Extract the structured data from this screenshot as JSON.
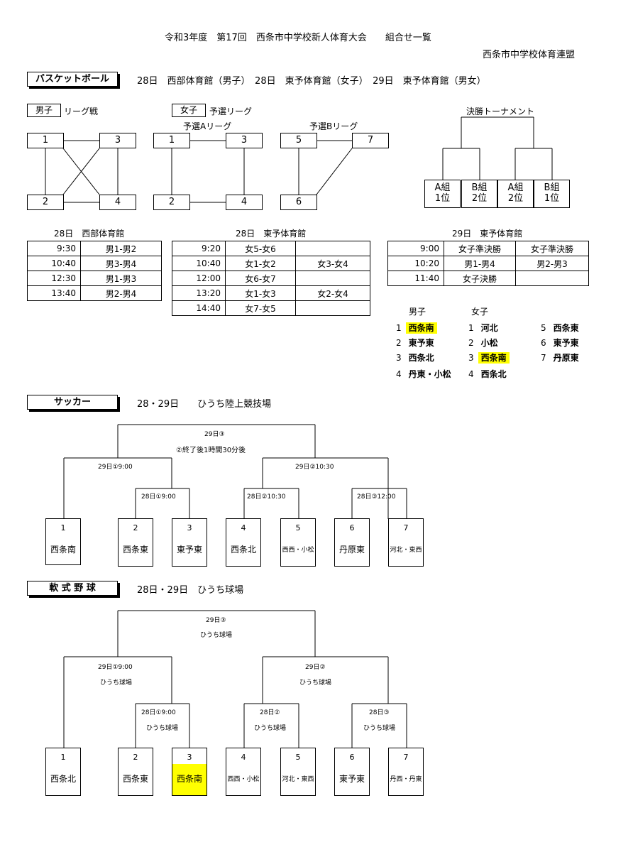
{
  "header": {
    "title": "令和3年度　第17回　西条市中学校新人体育大会　　組合せ一覧",
    "org": "西条市中学校体育連盟"
  },
  "basketball": {
    "label": "バスケットボール",
    "venues": "28日　西部体育館（男子）　28日　東予体育館（女子）　29日　東予体育館（男女）",
    "boys_label": "男子",
    "boys_league": "リーグ戦",
    "girls_label": "女子",
    "girls_prelim": "予選リーグ",
    "league_a": "予選Aリーグ",
    "league_b": "予選Bリーグ",
    "final_title": "決勝トーナメント",
    "boys_nodes": [
      "1",
      "3",
      "2",
      "4"
    ],
    "a_nodes": [
      "1",
      "3",
      "2",
      "4"
    ],
    "b_nodes": [
      "5",
      "7",
      "6"
    ],
    "final_seeds": [
      {
        "l1": "A組",
        "l2": "1位"
      },
      {
        "l1": "B組",
        "l2": "2位"
      },
      {
        "l1": "A組",
        "l2": "2位"
      },
      {
        "l1": "B組",
        "l2": "1位"
      }
    ],
    "sched1_title": "28日　西部体育館",
    "sched1": [
      [
        "9:30",
        "男1-男2"
      ],
      [
        "10:40",
        "男3-男4"
      ],
      [
        "12:30",
        "男1-男3"
      ],
      [
        "13:40",
        "男2-男4"
      ]
    ],
    "sched2_title": "28日　東予体育館",
    "sched2": [
      [
        "9:20",
        "女5-女6",
        ""
      ],
      [
        "10:40",
        "女1-女2",
        "女3-女4"
      ],
      [
        "12:00",
        "女6-女7",
        ""
      ],
      [
        "13:20",
        "女1-女3",
        "女2-女4"
      ],
      [
        "14:40",
        "女7-女5",
        ""
      ]
    ],
    "sched3_title": "29日　東予体育館",
    "sched3": [
      [
        "9:00",
        "女子準決勝",
        "女子準決勝"
      ],
      [
        "10:20",
        "男1-男4",
        "男2-男3"
      ],
      [
        "11:40",
        "女子決勝",
        ""
      ]
    ],
    "roster_boys_label": "男子",
    "roster_girls_label": "女子",
    "roster_boys": [
      {
        "n": "1",
        "name": "西条南"
      },
      {
        "n": "2",
        "name": "東予東"
      },
      {
        "n": "3",
        "name": "西条北"
      },
      {
        "n": "4",
        "name": "丹東・小松"
      }
    ],
    "roster_girls1": [
      {
        "n": "1",
        "name": "河北"
      },
      {
        "n": "2",
        "name": "小松"
      },
      {
        "n": "3",
        "name": "西条南"
      },
      {
        "n": "4",
        "name": "西条北"
      }
    ],
    "roster_girls2": [
      {
        "n": "5",
        "name": "西条東"
      },
      {
        "n": "6",
        "name": "東予東"
      },
      {
        "n": "7",
        "name": "丹原東"
      }
    ]
  },
  "soccer": {
    "label": "サッカー",
    "venue": "28・29日　　ひうち陸上競技場",
    "final_day": "29日③",
    "final_note": "②終了後1時間30分後",
    "semi1": "29日①9:00",
    "semi2": "29日②10:30",
    "q1": "28日①9:00",
    "q2": "28日②10:30",
    "q3": "28日③12:00",
    "teams": [
      {
        "n": "1",
        "name": "西条南"
      },
      {
        "n": "2",
        "name": "西条東"
      },
      {
        "n": "3",
        "name": "東予東"
      },
      {
        "n": "4",
        "name": "西条北"
      },
      {
        "n": "5",
        "name": "西西・小松"
      },
      {
        "n": "6",
        "name": "丹原東"
      },
      {
        "n": "7",
        "name": "河北・東西"
      }
    ]
  },
  "baseball": {
    "label": "軟 式 野 球",
    "venue": "28日・29日　ひうち球場",
    "final_day": "29日③",
    "final_venue": "ひうち球場",
    "semi1": "29日①9:00",
    "semi1_venue": "ひうち球場",
    "semi2": "29日②",
    "semi2_venue": "ひうち球場",
    "q1": "28日①9:00",
    "q1_venue": "ひうち球場",
    "q2": "28日②",
    "q2_venue": "ひうち球場",
    "q3": "28日③",
    "q3_venue": "ひうち球場",
    "teams": [
      {
        "n": "1",
        "name": "西条北"
      },
      {
        "n": "2",
        "name": "西条東"
      },
      {
        "n": "3",
        "name": "西条南"
      },
      {
        "n": "4",
        "name": "西西・小松"
      },
      {
        "n": "5",
        "name": "河北・東西"
      },
      {
        "n": "6",
        "name": "東予東"
      },
      {
        "n": "7",
        "name": "丹西・丹東"
      }
    ]
  },
  "highlight_color": "#ffff00"
}
